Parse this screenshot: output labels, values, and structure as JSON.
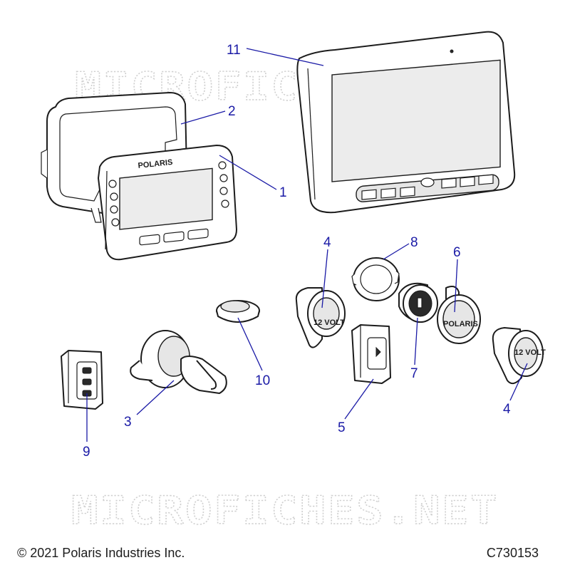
{
  "watermark": "MICROFICHES.NET",
  "footer": {
    "copyright": "© 2021 Polaris Industries Inc.",
    "figure_id": "C730153"
  },
  "brand_marks": {
    "gauge_logo": "POLARIS",
    "outlet_logo": "POLARIS",
    "outlet_label": "12 VOLT"
  },
  "callouts": {
    "c1": "1",
    "c2": "2",
    "c3": "3",
    "c4a": "4",
    "c4b": "4",
    "c5": "5",
    "c6": "6",
    "c7": "7",
    "c8": "8",
    "c9": "9",
    "c10": "10",
    "c11": "11"
  },
  "colors": {
    "callout": "#1a1aa6",
    "outline": "#1c1c1c",
    "watermark": "#cfcfcf"
  }
}
